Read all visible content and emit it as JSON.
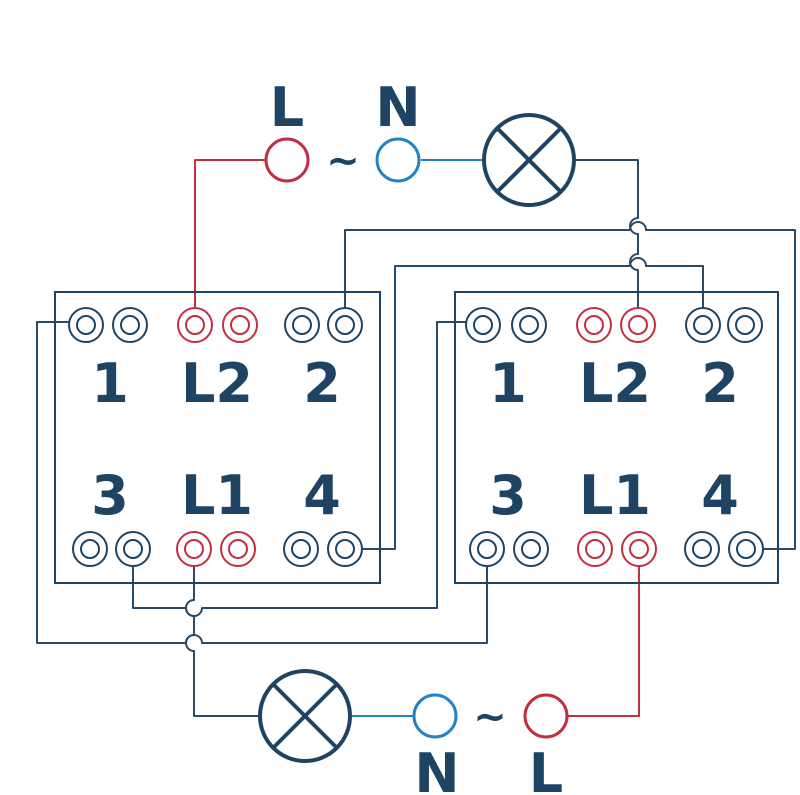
{
  "colors": {
    "navy": "#1f4463",
    "red": "#c22f3f",
    "blue": "#2582c2",
    "wire_navy": "#2a4a66"
  },
  "top_supply": {
    "phase": "L",
    "tilde": "~",
    "neutral": "N"
  },
  "bottom_supply": {
    "phase": "L",
    "tilde": "~",
    "neutral": "N"
  },
  "left_switch": {
    "top": [
      "1",
      "L2",
      "2"
    ],
    "bottom": [
      "3",
      "L1",
      "4"
    ]
  },
  "right_switch": {
    "top": [
      "1",
      "L2",
      "2"
    ],
    "bottom": [
      "3",
      "L1",
      "4"
    ]
  },
  "icons": {
    "lamp": "lamp-icon",
    "terminal": "terminal-icon"
  }
}
